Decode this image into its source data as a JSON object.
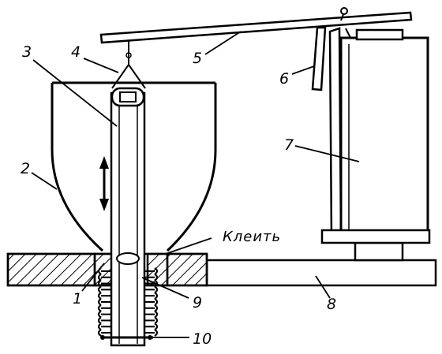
{
  "labels": {
    "n1": "1",
    "n2": "2",
    "n3": "3",
    "n4": "4",
    "n5": "5",
    "n6": "6",
    "n7": "7",
    "n8": "8",
    "n9": "9",
    "n10": "10",
    "kleit": "Клеить"
  },
  "colors": {
    "ink": "#000000",
    "paper": "#ffffff"
  }
}
